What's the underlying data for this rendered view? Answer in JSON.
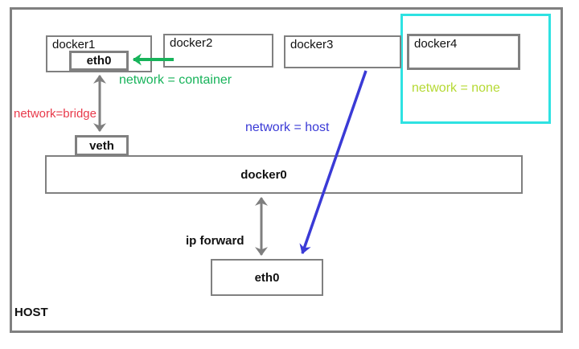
{
  "diagram": {
    "host_label": "HOST",
    "boxes": {
      "docker1": "docker1",
      "docker1_eth0": "eth0",
      "docker2": "docker2",
      "docker3": "docker3",
      "docker4": "docker4",
      "veth": "veth",
      "docker0": "docker0",
      "host_eth0": "eth0"
    },
    "labels": {
      "network_bridge": "network=bridge",
      "network_container": "network = container",
      "network_host": "network = host",
      "network_none": "network = none",
      "ip_forward": "ip forward"
    },
    "colors": {
      "box_border_gray": "#808080",
      "arrow_gray": "#7f7f7f",
      "network_container_green": "#17b35a",
      "network_bridge_red": "#e8394a",
      "network_host_blue": "#3a3ad6",
      "network_none_yellowgreen": "#b5d933",
      "docker4_highlight_cyan": "#2ee2e2"
    }
  }
}
